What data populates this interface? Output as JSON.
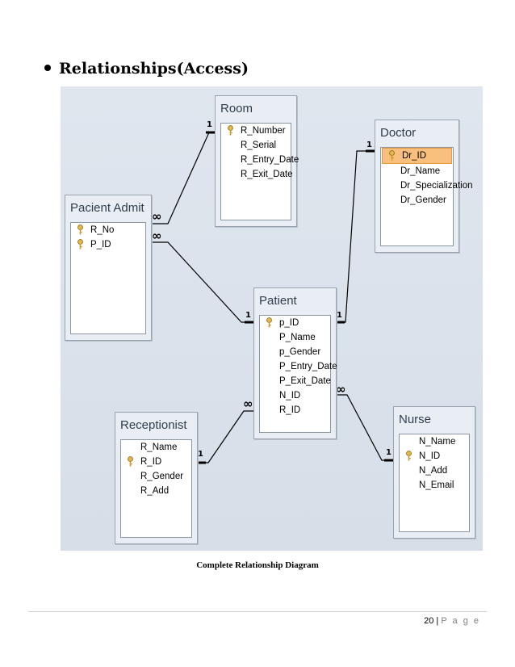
{
  "heading": "Relationships(Access)",
  "caption": "Complete Relationship Diagram",
  "footer": {
    "page_number": "20",
    "separator": "|",
    "page_word": "P a g e"
  },
  "tables": {
    "room": {
      "title": "Room",
      "fields": [
        {
          "name": "R_Number",
          "key": true
        },
        {
          "name": "R_Serial",
          "key": false
        },
        {
          "name": "R_Entry_Date",
          "key": false
        },
        {
          "name": "R_Exit_Date",
          "key": false
        }
      ]
    },
    "doctor": {
      "title": "Doctor",
      "fields": [
        {
          "name": "Dr_ID",
          "key": true,
          "selected": true
        },
        {
          "name": "Dr_Name",
          "key": false
        },
        {
          "name": "Dr_Specialization",
          "key": false
        },
        {
          "name": "Dr_Gender",
          "key": false
        }
      ]
    },
    "pacient_admit": {
      "title": "Pacient Admit",
      "fields": [
        {
          "name": "R_No",
          "key": true
        },
        {
          "name": "P_ID",
          "key": true
        }
      ]
    },
    "patient": {
      "title": "Patient",
      "fields": [
        {
          "name": "p_ID",
          "key": true
        },
        {
          "name": "P_Name",
          "key": false
        },
        {
          "name": "p_Gender",
          "key": false
        },
        {
          "name": "P_Entry_Date",
          "key": false
        },
        {
          "name": "P_Exit_Date",
          "key": false
        },
        {
          "name": "N_ID",
          "key": false
        },
        {
          "name": "R_ID",
          "key": false
        }
      ]
    },
    "receptionist": {
      "title": "Receptionist",
      "fields": [
        {
          "name": "R_Name",
          "key": false
        },
        {
          "name": "R_ID",
          "key": true
        },
        {
          "name": "R_Gender",
          "key": false
        },
        {
          "name": "R_Add",
          "key": false
        }
      ]
    },
    "nurse": {
      "title": "Nurse",
      "fields": [
        {
          "name": "N_Name",
          "key": false
        },
        {
          "name": "N_ID",
          "key": true
        },
        {
          "name": "N_Add",
          "key": false
        },
        {
          "name": "N_Email",
          "key": false
        }
      ]
    }
  },
  "relationships": [
    {
      "from": "pacient_admit",
      "to": "room",
      "from_label": "∞",
      "to_label": "1"
    },
    {
      "from": "pacient_admit",
      "to": "patient",
      "from_label": "∞",
      "to_label": "1"
    },
    {
      "from": "patient",
      "to": "doctor",
      "from_label": "1",
      "to_label": "1"
    },
    {
      "from": "receptionist",
      "to": "patient",
      "from_label": "1",
      "to_label": "∞"
    },
    {
      "from": "patient",
      "to": "nurse",
      "from_label": "∞",
      "to_label": "1"
    }
  ],
  "colors": {
    "canvas": "#d9e1ea",
    "selected_field": "#f8c07c",
    "title_text": "#2f3d4d"
  }
}
